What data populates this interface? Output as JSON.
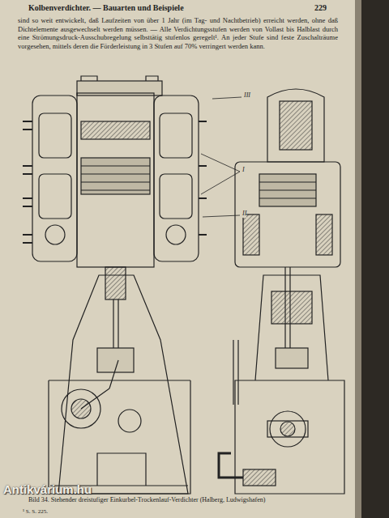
{
  "diagram": {
    "caption": "Bild 34. Stehender dreistufiger Einkurbel-Trockenlauf-Verdichter (Halberg, Ludwigshafen)",
    "labels": [
      "Kolbenverdichter. — Bauarten und Beispiele",
      "229",
      "sind so weit entwickelt, daß Laufzeiten von über 1 Jahr (im Tag- und Nachtbetrieb) erreicht werden, ohne daß Dichtelemente ausgewechselt werden müssen. — Alle Verdichtungsstufen werden von Vollast bis Halblast durch eine Strömungsdruck-Ausschubregelung selbsttätig stufenlos geregelt¹. An jeder Stufe sind feste Zuschalträume vorgesehen, mittels deren die Förderleistung in 3 Stufen auf 70% verringert werden kann.",
      "III",
      "I",
      "II",
      "¹ S. S. 225.",
      "Antikvárium.hu"
    ]
  }
}
